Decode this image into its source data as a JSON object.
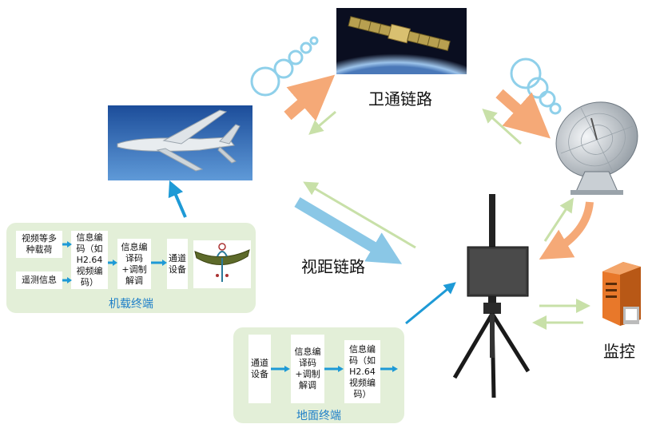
{
  "labels": {
    "satellite_link": "卫通链路",
    "los_link": "视距链路",
    "monitor": "监控"
  },
  "airborne": {
    "title": "机载终端",
    "boxes": [
      "视频等多种载荷",
      "遥测信息",
      "信息编码（如H2.64视频编码）",
      "信息编译码+调制解调",
      "通道设备"
    ]
  },
  "ground": {
    "title": "地面终端",
    "boxes": [
      "通道设备",
      "信息编译码+调制解调",
      "信息编码（如H2.64视频编码）"
    ]
  },
  "colors": {
    "panel": "#e3efd8",
    "accent_blue": "#1e9ad6",
    "uplink_orange": "#f5a977",
    "light_green": "#c8e0a8",
    "los_blue": "#8ac7e6",
    "title_blue": "#1e7fc8",
    "bubble": "#8fd0ea"
  },
  "icons": [
    "satellite-image",
    "uav-image",
    "dish-antenna-image",
    "ground-terminal-tripod-image",
    "computer-tower-image",
    "uav-antenna-image"
  ]
}
